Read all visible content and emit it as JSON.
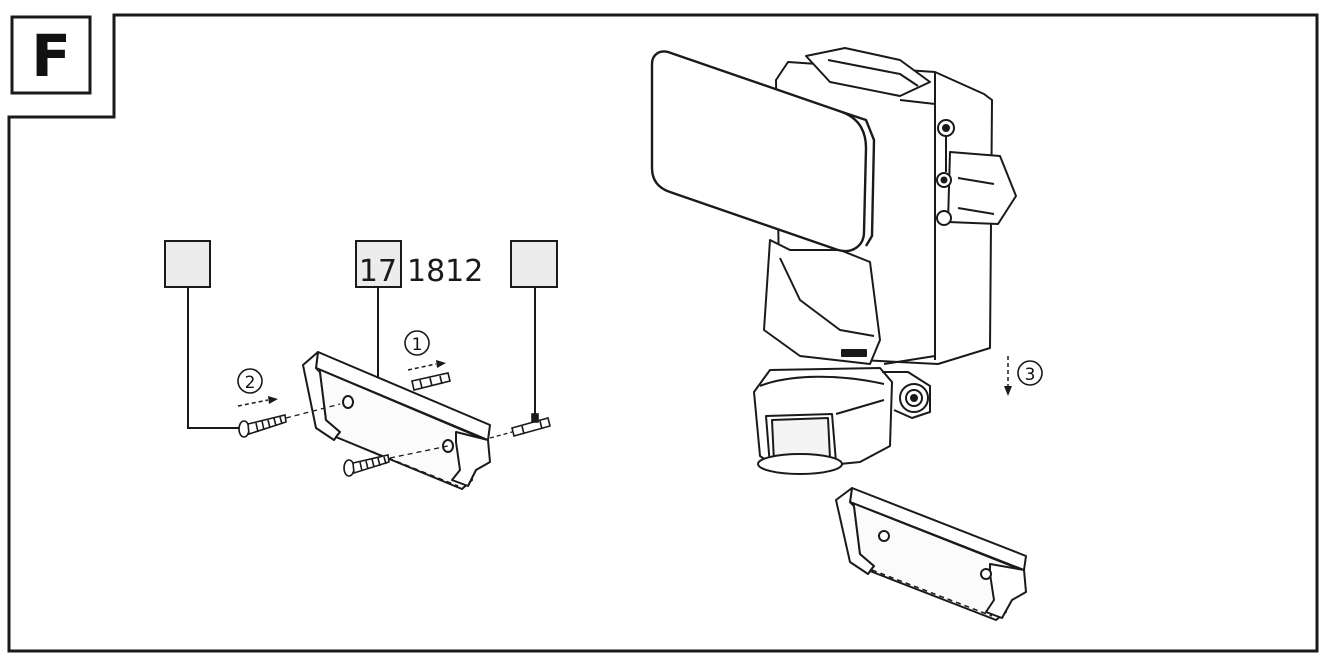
{
  "panel": {
    "letter": "F"
  },
  "callouts": [
    {
      "id": "left",
      "text": ""
    },
    {
      "id": "center",
      "text": "17"
    },
    {
      "id": "right",
      "text": ""
    }
  ],
  "part_number": "1812",
  "steps": [
    "1",
    "2",
    "3"
  ]
}
